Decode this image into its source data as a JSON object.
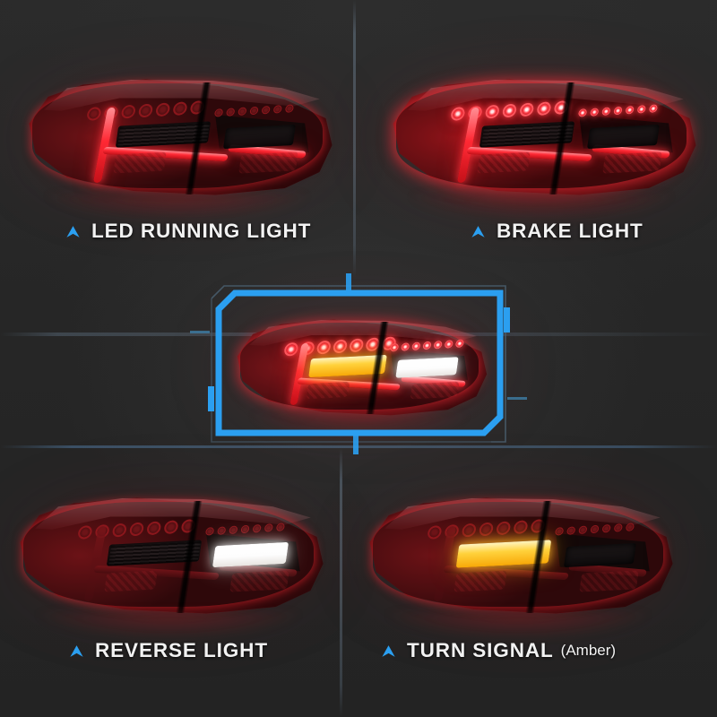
{
  "page": {
    "background_color": "#272727",
    "accent_color": "#2b9ff0",
    "lamp_red": "#7d171c",
    "amber_color": "#ffd23c",
    "white_color": "#ffffff"
  },
  "dividers": {
    "horizontal_upper": "divider-line",
    "horizontal_lower": "divider-line",
    "vertical_upper": "divider-line",
    "vertical_lower": "divider-line"
  },
  "panels": [
    {
      "id": "led-running-light",
      "label": "LED RUNNING LIGHT",
      "sub_label": "",
      "arrow_icon": "chevron-up-icon",
      "mode": "running",
      "beads_lit": false,
      "bar_lit": true,
      "reverse_panel": "off",
      "turn_panel": "off"
    },
    {
      "id": "brake-light",
      "label": "BRAKE LIGHT",
      "sub_label": "",
      "arrow_icon": "chevron-up-icon",
      "mode": "brake",
      "beads_lit": true,
      "bar_lit": true,
      "reverse_panel": "off",
      "turn_panel": "off"
    },
    {
      "id": "reverse-light",
      "label": "REVERSE LIGHT",
      "sub_label": "",
      "arrow_icon": "chevron-up-icon",
      "mode": "reverse",
      "beads_lit": false,
      "bar_lit": false,
      "reverse_panel": "white",
      "turn_panel": "off"
    },
    {
      "id": "turn-signal",
      "label": "TURN SIGNAL",
      "sub_label": "(Amber)",
      "arrow_icon": "chevron-up-icon",
      "mode": "turn",
      "beads_lit": false,
      "bar_lit": false,
      "reverse_panel": "off",
      "turn_panel": "amber"
    }
  ],
  "center": {
    "id": "all-functions-highlight",
    "frame_color": "#2b9ff0",
    "beads_lit": true,
    "bar_lit": true,
    "reverse_panel": "white",
    "turn_panel": "amber",
    "tick_marks": [
      "top",
      "right",
      "bottom",
      "left"
    ]
  }
}
